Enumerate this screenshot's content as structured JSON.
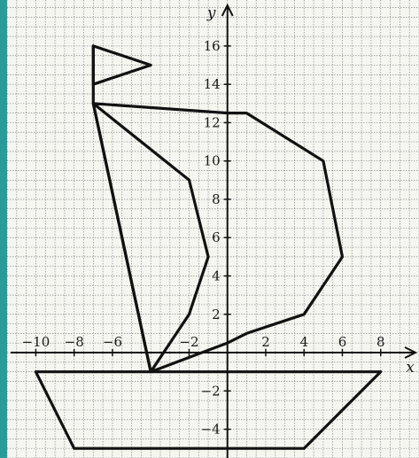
{
  "chart_data": {
    "type": "line",
    "title": "",
    "xlabel": "x",
    "ylabel": "y",
    "xlim": [
      -11.5,
      10
    ],
    "ylim": [
      -5.5,
      18.4
    ],
    "grid": true,
    "grid_step": 0.5,
    "x_ticks": [
      -10,
      -8,
      -6,
      -2,
      2,
      4,
      6,
      8
    ],
    "y_ticks": [
      -4,
      -2,
      2,
      4,
      6,
      8,
      10,
      12,
      14,
      16
    ],
    "x_tick_labels": [
      "−10",
      "−8",
      "−6",
      "−2",
      "2",
      "4",
      "6",
      "8"
    ],
    "y_tick_labels": [
      "−4",
      "−2",
      "2",
      "4",
      "6",
      "8",
      "10",
      "12",
      "14",
      "16"
    ],
    "series": [
      {
        "name": "",
        "closed": true,
        "points": [
          [
            -10,
            -1
          ],
          [
            8,
            -1
          ],
          [
            4,
            -5
          ],
          [
            -8,
            -5
          ]
        ]
      },
      {
        "name": "",
        "closed": true,
        "points": [
          [
            -4,
            -1
          ],
          [
            -7,
            13
          ],
          [
            -2,
            9
          ],
          [
            -1,
            5
          ],
          [
            -2,
            2
          ]
        ]
      },
      {
        "name": "",
        "closed": true,
        "points": [
          [
            -4,
            -1
          ],
          [
            -7,
            13
          ],
          [
            0,
            12.5
          ],
          [
            1,
            12.5
          ],
          [
            5,
            10
          ],
          [
            6,
            5
          ],
          [
            4,
            2
          ],
          [
            1,
            1
          ],
          [
            0,
            0.5
          ]
        ]
      },
      {
        "name": "",
        "closed": true,
        "points": [
          [
            -7,
            16
          ],
          [
            -4,
            15
          ],
          [
            -7,
            14
          ]
        ]
      },
      {
        "name": "",
        "closed": false,
        "points": [
          [
            -7,
            13
          ],
          [
            -7,
            16
          ]
        ]
      }
    ]
  }
}
